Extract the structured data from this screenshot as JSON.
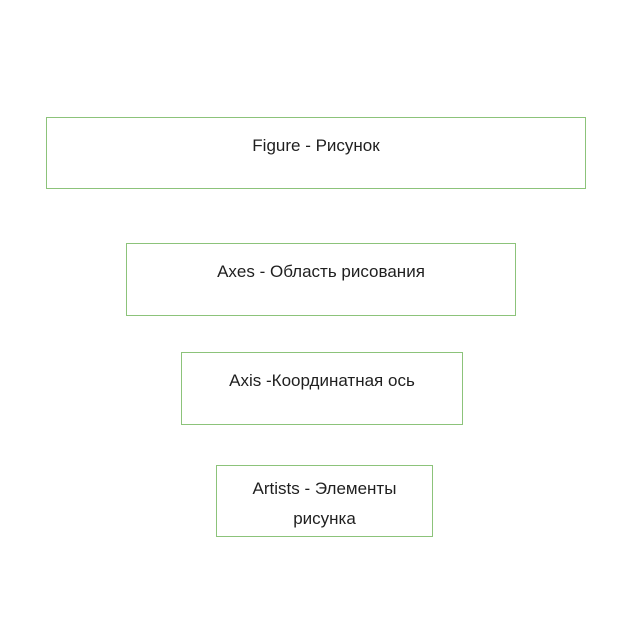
{
  "diagram": {
    "boxes": [
      {
        "id": "figure",
        "label": "Figure - Рисунок"
      },
      {
        "id": "axes",
        "label": "Axes - Область рисования"
      },
      {
        "id": "axis",
        "label": "Axis -Координатная ось"
      },
      {
        "id": "artists",
        "label": "Artists - Элементы рисунка"
      }
    ],
    "border_color": "#8cc37a",
    "text_color": "#1f1f1f",
    "background": "#ffffff"
  }
}
